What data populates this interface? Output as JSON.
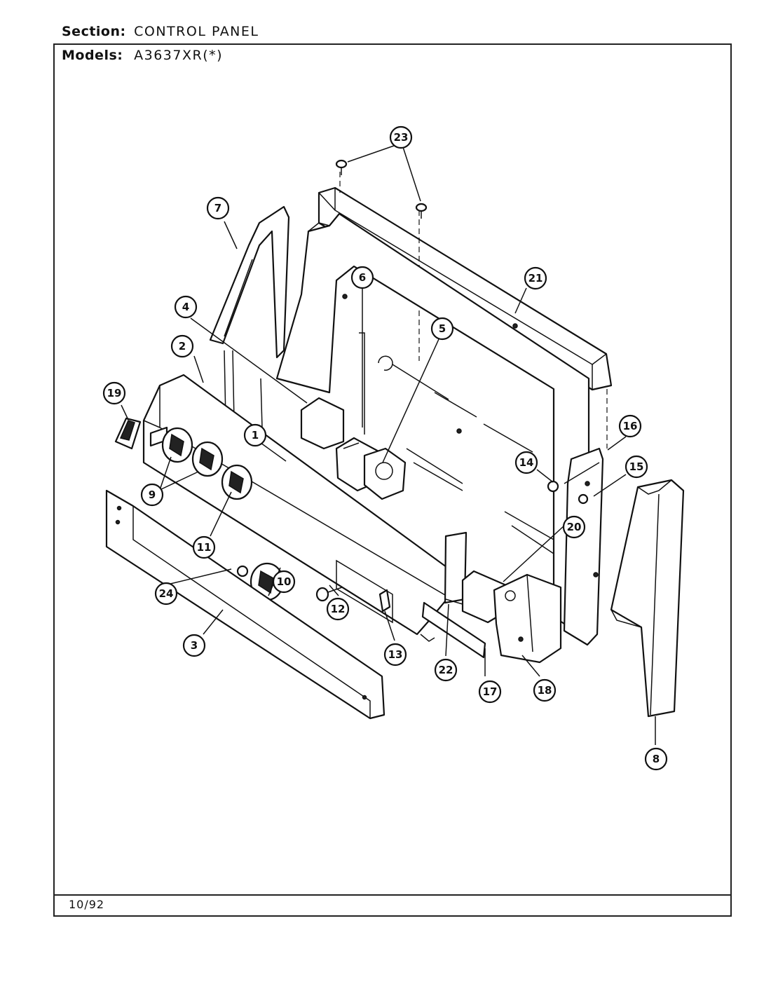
{
  "header": {
    "section_label": "Section:",
    "section_value": "CONTROL PANEL",
    "models_label": "Models:",
    "models_value": "A3637XR(*)"
  },
  "footer": {
    "date": "10/92"
  },
  "callouts": [
    {
      "id": "1",
      "label": "1"
    },
    {
      "id": "2",
      "label": "2"
    },
    {
      "id": "3",
      "label": "3"
    },
    {
      "id": "4",
      "label": "4"
    },
    {
      "id": "5",
      "label": "5"
    },
    {
      "id": "6",
      "label": "6"
    },
    {
      "id": "7",
      "label": "7"
    },
    {
      "id": "8",
      "label": "8"
    },
    {
      "id": "9",
      "label": "9"
    },
    {
      "id": "10",
      "label": "10"
    },
    {
      "id": "11",
      "label": "11"
    },
    {
      "id": "12",
      "label": "12"
    },
    {
      "id": "13",
      "label": "13"
    },
    {
      "id": "14",
      "label": "14"
    },
    {
      "id": "15",
      "label": "15"
    },
    {
      "id": "16",
      "label": "16"
    },
    {
      "id": "17",
      "label": "17"
    },
    {
      "id": "18",
      "label": "18"
    },
    {
      "id": "19",
      "label": "19"
    },
    {
      "id": "20",
      "label": "20"
    },
    {
      "id": "21",
      "label": "21"
    },
    {
      "id": "22",
      "label": "22"
    },
    {
      "id": "23",
      "label": "23"
    },
    {
      "id": "24",
      "label": "24"
    }
  ]
}
